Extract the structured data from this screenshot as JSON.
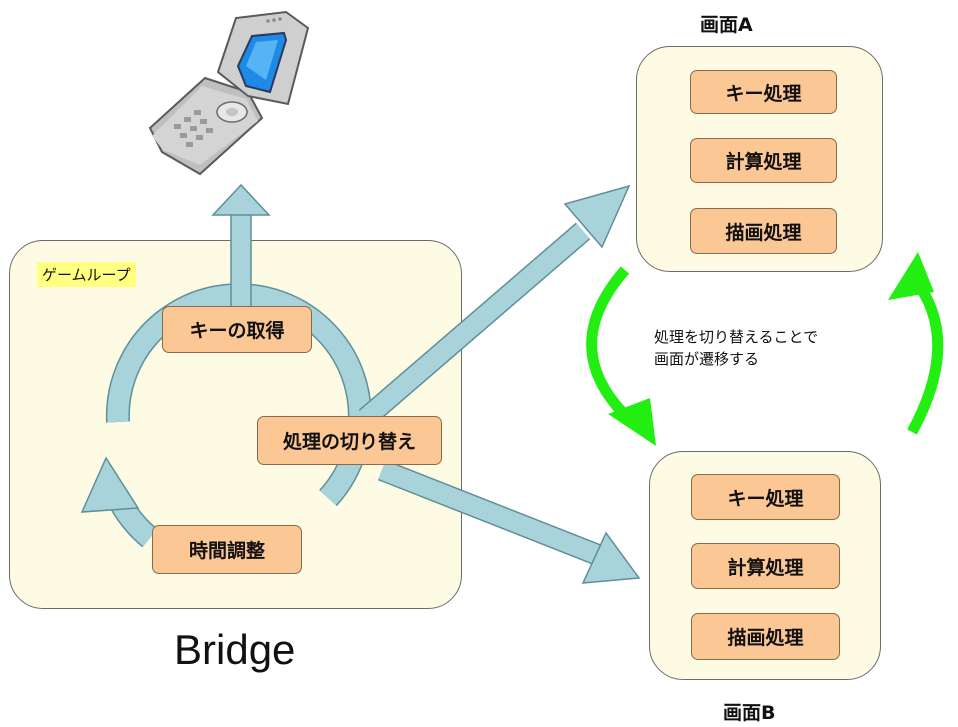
{
  "bridge": {
    "loop_label": "ゲームループ",
    "key_acquire": "キーの取得",
    "switch_process": "処理の切り替え",
    "time_adjust": "時間調整",
    "caption": "Bridge"
  },
  "screen_a": {
    "title": "画面A",
    "items": [
      "キー処理",
      "計算処理",
      "描画処理"
    ]
  },
  "screen_b": {
    "title": "画面B",
    "items": [
      "キー処理",
      "計算処理",
      "描画処理"
    ]
  },
  "transition_note": [
    "処理を切り替えることで",
    "画面が遷移する"
  ],
  "colors": {
    "panel_fill": "#fdfbe3",
    "box_fill": "#fbc795",
    "arrow_blue": "#a9d3db",
    "arrow_green": "#22ee11",
    "tag_fill": "#ffff80"
  }
}
